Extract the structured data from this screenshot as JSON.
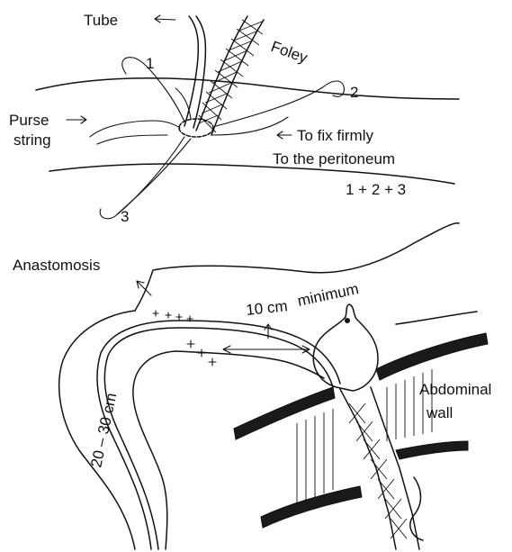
{
  "labels": {
    "tube": "Tube",
    "foley": "Foley",
    "suture_1": "1",
    "suture_2": "2",
    "suture_3": "3",
    "purse": "Purse",
    "string": "string",
    "fix_line1": "To fix firmly",
    "fix_line2": "To the peritoneum",
    "sum": "1 + 2 + 3",
    "anastomosis": "Anastomosis",
    "ten_cm": "10 cm",
    "minimum": "minimum",
    "length": "20 – 30 cm",
    "abdominal": "Abdominal",
    "wall": "wall"
  },
  "colors": {
    "ink": "#111111",
    "background": "#ffffff"
  }
}
